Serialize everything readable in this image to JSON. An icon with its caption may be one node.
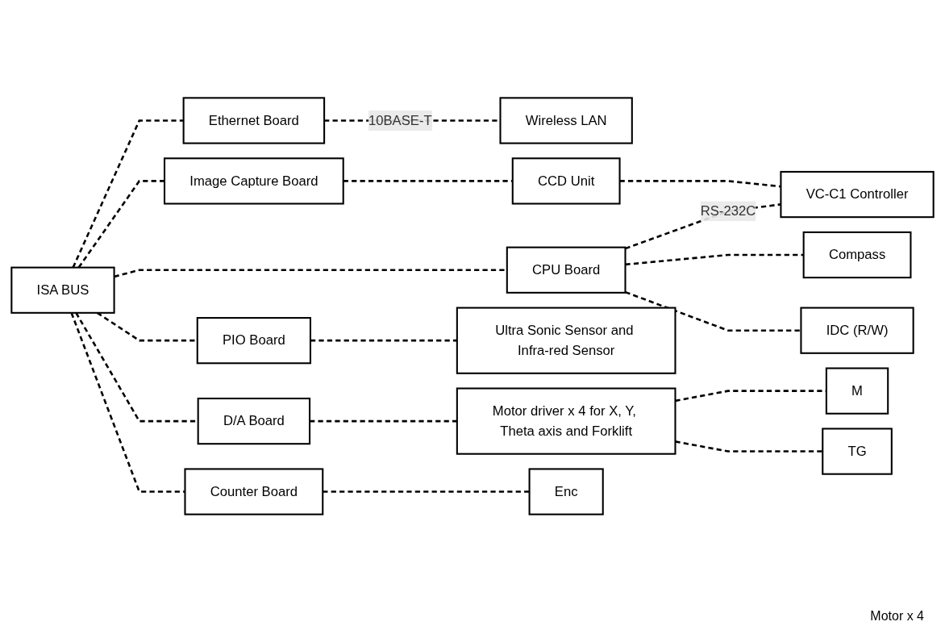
{
  "diagram": {
    "nodes": [
      {
        "text": [
          "ISA BUS"
        ]
      },
      {
        "text": [
          "Ethernet Board"
        ]
      },
      {
        "text": [
          "Wireless LAN"
        ]
      },
      {
        "text": [
          "Image Capture Board"
        ]
      },
      {
        "text": [
          "CCD Unit"
        ]
      },
      {
        "text": [
          "CPU Board"
        ]
      },
      {
        "text": [
          "VC-C1 Controller"
        ]
      },
      {
        "text": [
          "Compass"
        ]
      },
      {
        "text": [
          "IDC (R/W)"
        ]
      },
      {
        "text": [
          "PIO Board"
        ]
      },
      {
        "text": [
          "Ultra Sonic Sensor and Infra-red Sensor"
        ]
      },
      {
        "text": [
          "D/A Board"
        ]
      },
      {
        "text": [
          "Motor driver x 4 for X, Y, Theta axis and Forklift"
        ]
      },
      {
        "text": [
          "TG"
        ]
      },
      {
        "text": [
          "Enc"
        ]
      },
      {
        "text": [
          "M"
        ]
      },
      {
        "text": [
          "Counter Board"
        ]
      }
    ],
    "edges": [
      {
        "from": 0,
        "to": 1,
        "arrow": "none",
        "style": "dashed"
      },
      {
        "from": 1,
        "to": 2,
        "arrow": "none",
        "style": "dashed",
        "label": "10BASE-T"
      },
      {
        "from": 0,
        "to": 3,
        "arrow": "none",
        "style": "dashed"
      },
      {
        "from": 3,
        "to": 4,
        "arrow": "none",
        "style": "dashed"
      },
      {
        "from": 4,
        "to": 6,
        "arrow": "none",
        "style": "dashed"
      },
      {
        "from": 0,
        "to": 5,
        "arrow": "none",
        "style": "dashed"
      },
      {
        "from": 5,
        "to": 6,
        "arrow": "none",
        "style": "dashed",
        "label": "RS-232C"
      },
      {
        "from": 5,
        "to": 7,
        "arrow": "none",
        "style": "dashed"
      },
      {
        "from": 5,
        "to": 8,
        "arrow": "none",
        "style": "dashed"
      },
      {
        "from": 0,
        "to": 9,
        "arrow": "none",
        "style": "dashed"
      },
      {
        "from": 9,
        "to": 10,
        "arrow": "none",
        "style": "dashed"
      },
      {
        "from": 0,
        "to": 11,
        "arrow": "none",
        "style": "dashed"
      },
      {
        "from": 11,
        "to": 12,
        "arrow": "none",
        "style": "dashed"
      },
      {
        "from": 12,
        "to": 15,
        "arrow": "none",
        "style": "dashed"
      },
      {
        "from": 12,
        "to": 13,
        "arrow": "none",
        "style": "dashed"
      },
      {
        "from": 0,
        "to": 16,
        "arrow": "none",
        "style": "dashed"
      },
      {
        "from": 16,
        "to": 14,
        "arrow": "none",
        "style": "dashed"
      }
    ],
    "labels": [
      "Motor x 4"
    ]
  }
}
